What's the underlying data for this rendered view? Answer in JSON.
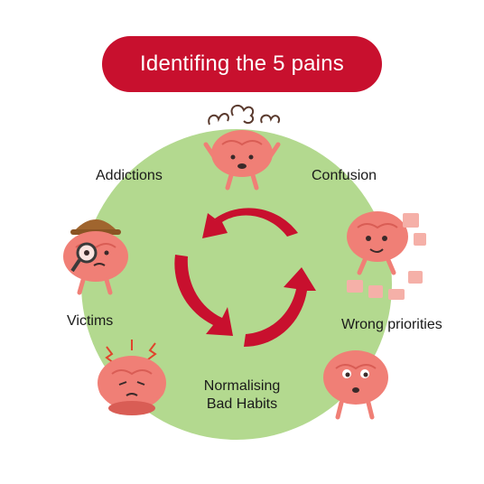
{
  "title": "Identifing the 5 pains",
  "colors": {
    "title_bg": "#c8102e",
    "circle": "#b3d98f",
    "arrow": "#c8102e",
    "brain": "#f07f76",
    "brain_dark": "#d95d55"
  },
  "labels": {
    "addictions": "Addictions",
    "confusion": "Confusion",
    "victims": "Victims",
    "wrong_priorities": "Wrong priorities",
    "normalising_line1": "Normalising",
    "normalising_line2": "Bad Habits"
  },
  "icons": {
    "cycle": "three-arrow-cycle-icon",
    "confused_brain": "confused-brain-icon",
    "puzzle_brain": "puzzle-brain-icon",
    "thinking_brain": "thinking-brain-icon",
    "stressed_brain": "stressed-brain-icon",
    "detective_brain": "detective-brain-icon"
  }
}
